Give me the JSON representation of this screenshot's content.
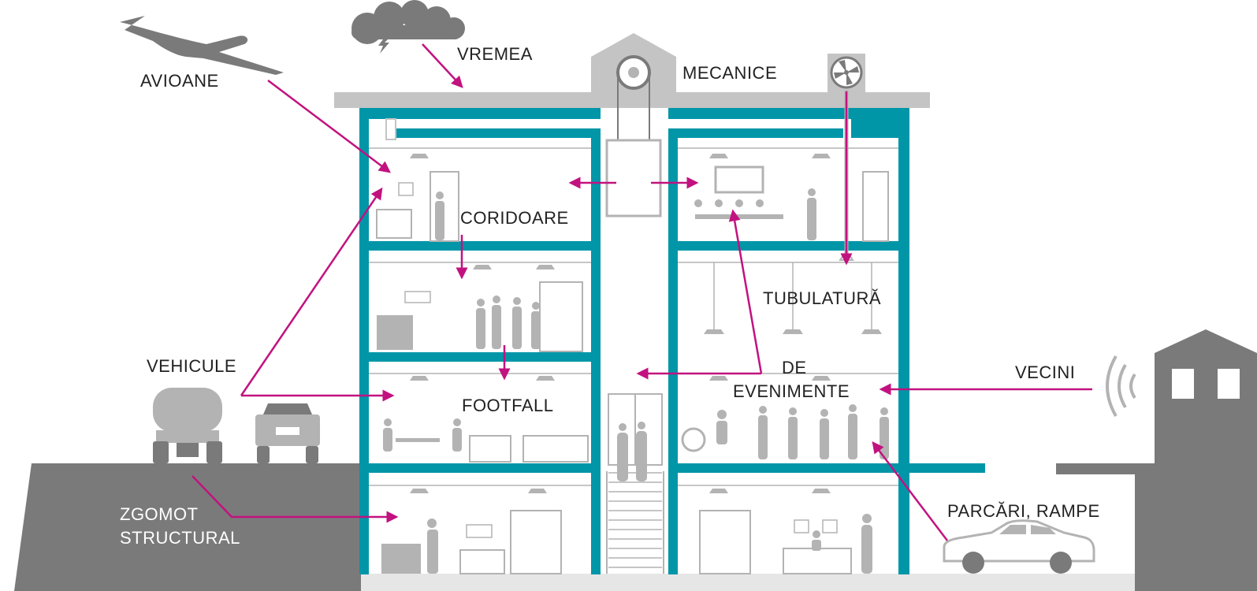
{
  "labels": {
    "avioane": "AVIOANE",
    "vremea": "VREMEA",
    "mecanice": "MECANICE",
    "coridoare": "CORIDOARE",
    "tubulatura": "TUBULATURĂ",
    "vehicule": "VEHICULE",
    "de": "DE",
    "evenimente": "EVENIMENTE",
    "vecini": "VECINI",
    "footfall": "FOOTFALL",
    "parcari_rampe": "PARCĂRI, RAMPE",
    "zgomot": "ZGOMOT",
    "structural": "STRUCTURAL"
  },
  "colors": {
    "structure_teal": "#0096a8",
    "arrow_magenta": "#c2127f",
    "ground_gray": "#7a7a7a",
    "roof_gray": "#c4c4c4",
    "silhouette_gray": "#b3b3b3",
    "label_text": "#222222"
  },
  "icons": [
    "airplane-icon",
    "storm-cloud-icon",
    "lightning-icon",
    "fan-icon",
    "elevator-pulley-icon",
    "signal-waves-icon",
    "tanker-truck-icon",
    "pickup-truck-icon",
    "sedan-car-icon",
    "neighbor-house-icon"
  ]
}
